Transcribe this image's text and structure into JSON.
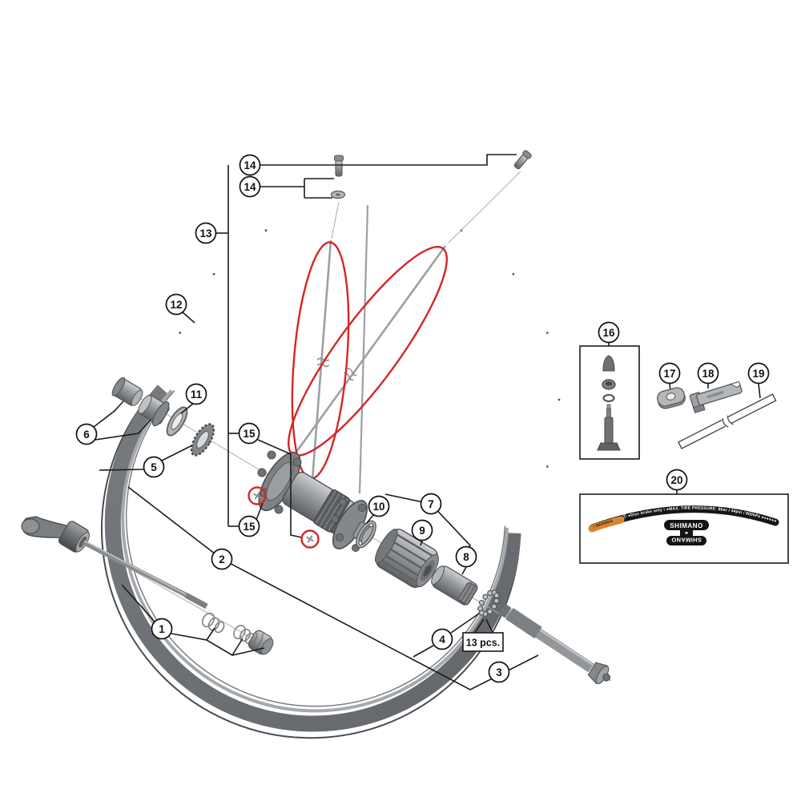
{
  "diagram": {
    "kind": "exploded-parts-diagram",
    "subject": "bicycle front/rear wheel assembly (rim, spokes, hub, axle, quick release)"
  },
  "callouts": [
    {
      "n": "14"
    },
    {
      "n": "14"
    },
    {
      "n": "13"
    },
    {
      "n": "12"
    },
    {
      "n": "11"
    },
    {
      "n": "6"
    },
    {
      "n": "5"
    },
    {
      "n": "15"
    },
    {
      "n": "15"
    },
    {
      "n": "2"
    },
    {
      "n": "1"
    },
    {
      "n": "10"
    },
    {
      "n": "7"
    },
    {
      "n": "9"
    },
    {
      "n": "8"
    },
    {
      "n": "4"
    },
    {
      "n": "3"
    },
    {
      "n": "16"
    },
    {
      "n": "17"
    },
    {
      "n": "18"
    },
    {
      "n": "19"
    },
    {
      "n": "20"
    }
  ],
  "labels": {
    "pcs_box": "13 pcs."
  },
  "decal": {
    "warning": "⚠WARNING",
    "text": "Ⓣ ●Disc brake only !  ●MAX. TIRE PRESSURE: 8bar / 44psi / 800kPa ●●●●●●●●●●●●●●",
    "logo_top": "SHIMANO",
    "logo_bottom": "SHIMANO"
  },
  "colors": {
    "highlight_red": "#d42626",
    "warning_orange": "#dd8330",
    "part_gray": "#94979a",
    "rim_gray": "#6d7074",
    "line_black": "#1b1b1b",
    "decal_black": "#161616"
  }
}
